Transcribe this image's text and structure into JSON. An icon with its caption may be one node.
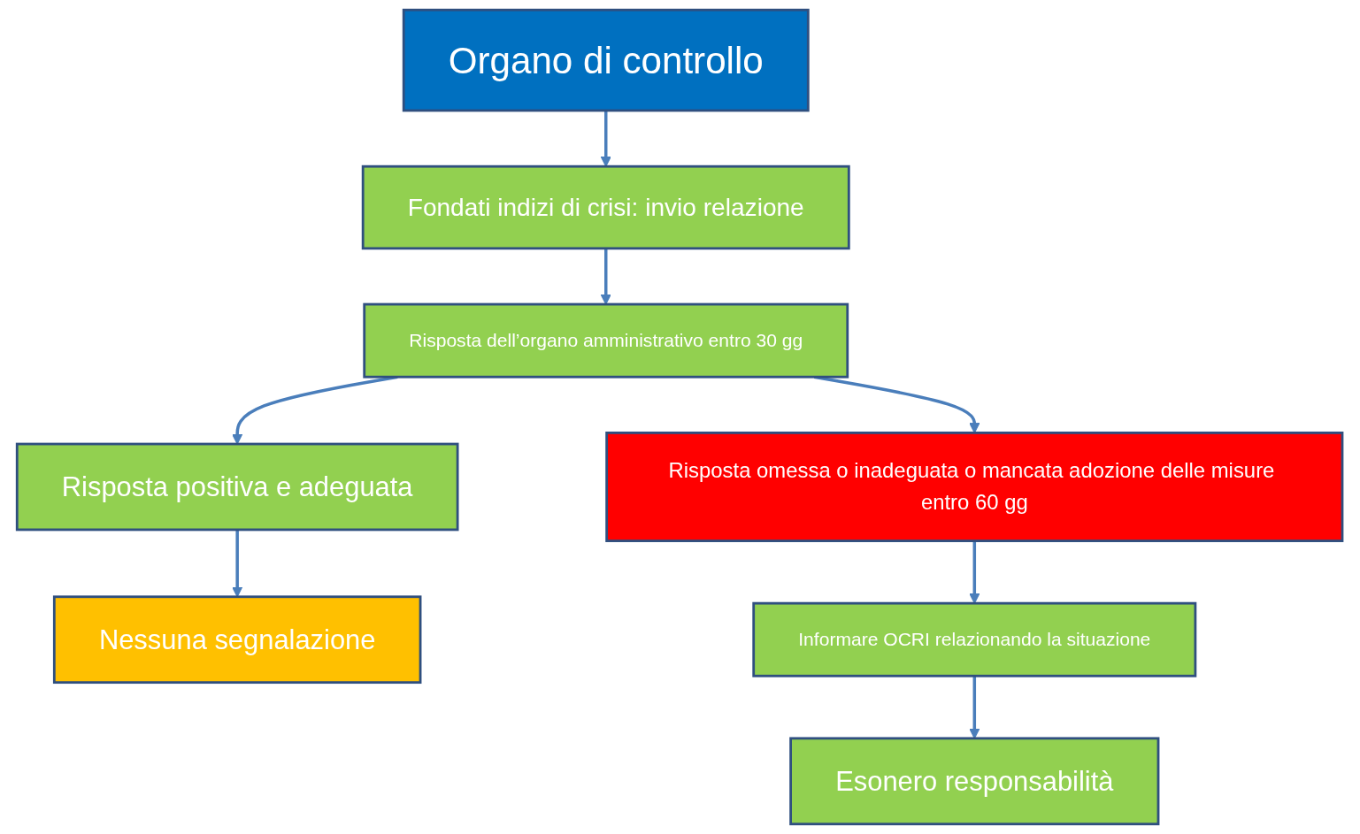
{
  "diagram": {
    "nodes": [
      {
        "text": [
          "Organo di controllo"
        ]
      },
      {
        "text": [
          "Fondati indizi di crisi: invio relazione"
        ]
      },
      {
        "text": [
          "Risposta dell’organo amministrativo entro 30 gg"
        ]
      },
      {
        "text": [
          "Risposta positiva e adeguata"
        ]
      },
      {
        "text": [
          "Risposta omessa o inadeguata o mancata adozione delle misure entro 60 gg"
        ]
      },
      {
        "text": [
          "Nessuna segnalazione"
        ]
      },
      {
        "text": [
          "Informare OCRI relazionando la situazione"
        ]
      },
      {
        "text": [
          "Esonero responsabilità"
        ]
      }
    ],
    "edges": [
      {
        "from": 0,
        "to": 1,
        "arrow": "to"
      },
      {
        "from": 1,
        "to": 2,
        "arrow": "to"
      },
      {
        "from": 2,
        "to": 3,
        "arrow": "to"
      },
      {
        "from": 2,
        "to": 4,
        "arrow": "to"
      },
      {
        "from": 3,
        "to": 5,
        "arrow": "to"
      },
      {
        "from": 4,
        "to": 6,
        "arrow": "to"
      },
      {
        "from": 6,
        "to": 7,
        "arrow": "to"
      }
    ]
  }
}
